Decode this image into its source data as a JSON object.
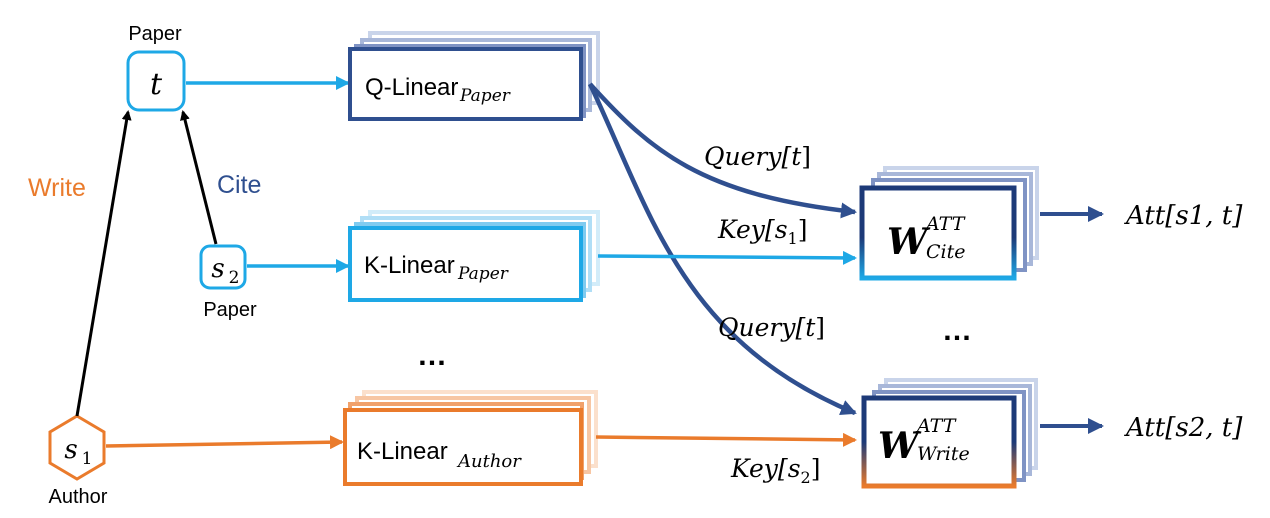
{
  "nodes": {
    "target": {
      "symbol": "t",
      "type_label": "Paper"
    },
    "source_paper": {
      "symbol": "s",
      "subscript": "2",
      "type_label": "Paper"
    },
    "source_author": {
      "symbol": "s",
      "subscript": "1",
      "type_label": "Author"
    }
  },
  "relations": {
    "write": "Write",
    "cite": "Cite"
  },
  "linear_layers": {
    "q_paper": {
      "prefix": "Q-Linear",
      "subscript": "Paper"
    },
    "k_paper": {
      "prefix": "K-Linear",
      "subscript": "Paper"
    },
    "k_author": {
      "prefix": "K-Linear",
      "subscript": "Author"
    },
    "ellipsis": "…"
  },
  "attention": {
    "cite": {
      "base": "W",
      "superscript": "ATT",
      "subscript": "Cite"
    },
    "write": {
      "base": "W",
      "superscript": "ATT",
      "subscript": "Write"
    },
    "ellipsis": "…"
  },
  "edge_labels": {
    "query_upper": {
      "prefix": "Query[",
      "var": "t",
      "suffix": "]"
    },
    "key_s1": {
      "prefix": "Key[",
      "var": "s",
      "sub": "1",
      "suffix": "]"
    },
    "query_lower": {
      "prefix": "Query[",
      "var": "t",
      "suffix": "]"
    },
    "key_s2": {
      "prefix": "Key[",
      "var": "s",
      "sub": "2",
      "suffix": "]"
    }
  },
  "outputs": {
    "att_1": "Att[s1, t]",
    "att_2": "Att[s2, t]"
  },
  "colors": {
    "light_blue": "#1ea8e6",
    "dark_blue": "#2f4f8f",
    "orange": "#ea7b2c",
    "black": "#000000"
  }
}
